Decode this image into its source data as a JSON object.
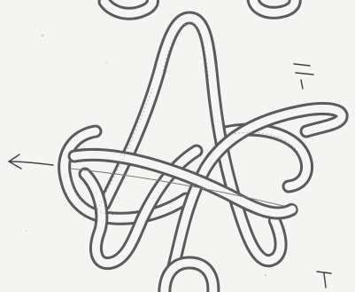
{
  "figure": {
    "subject": "knot-drawing",
    "ink_color": "#5b5b5b",
    "paper_color": "#f4f4f2",
    "marks": [
      "arrow-left",
      "equals-sign-right",
      "tick-mark-bottom-right"
    ]
  }
}
